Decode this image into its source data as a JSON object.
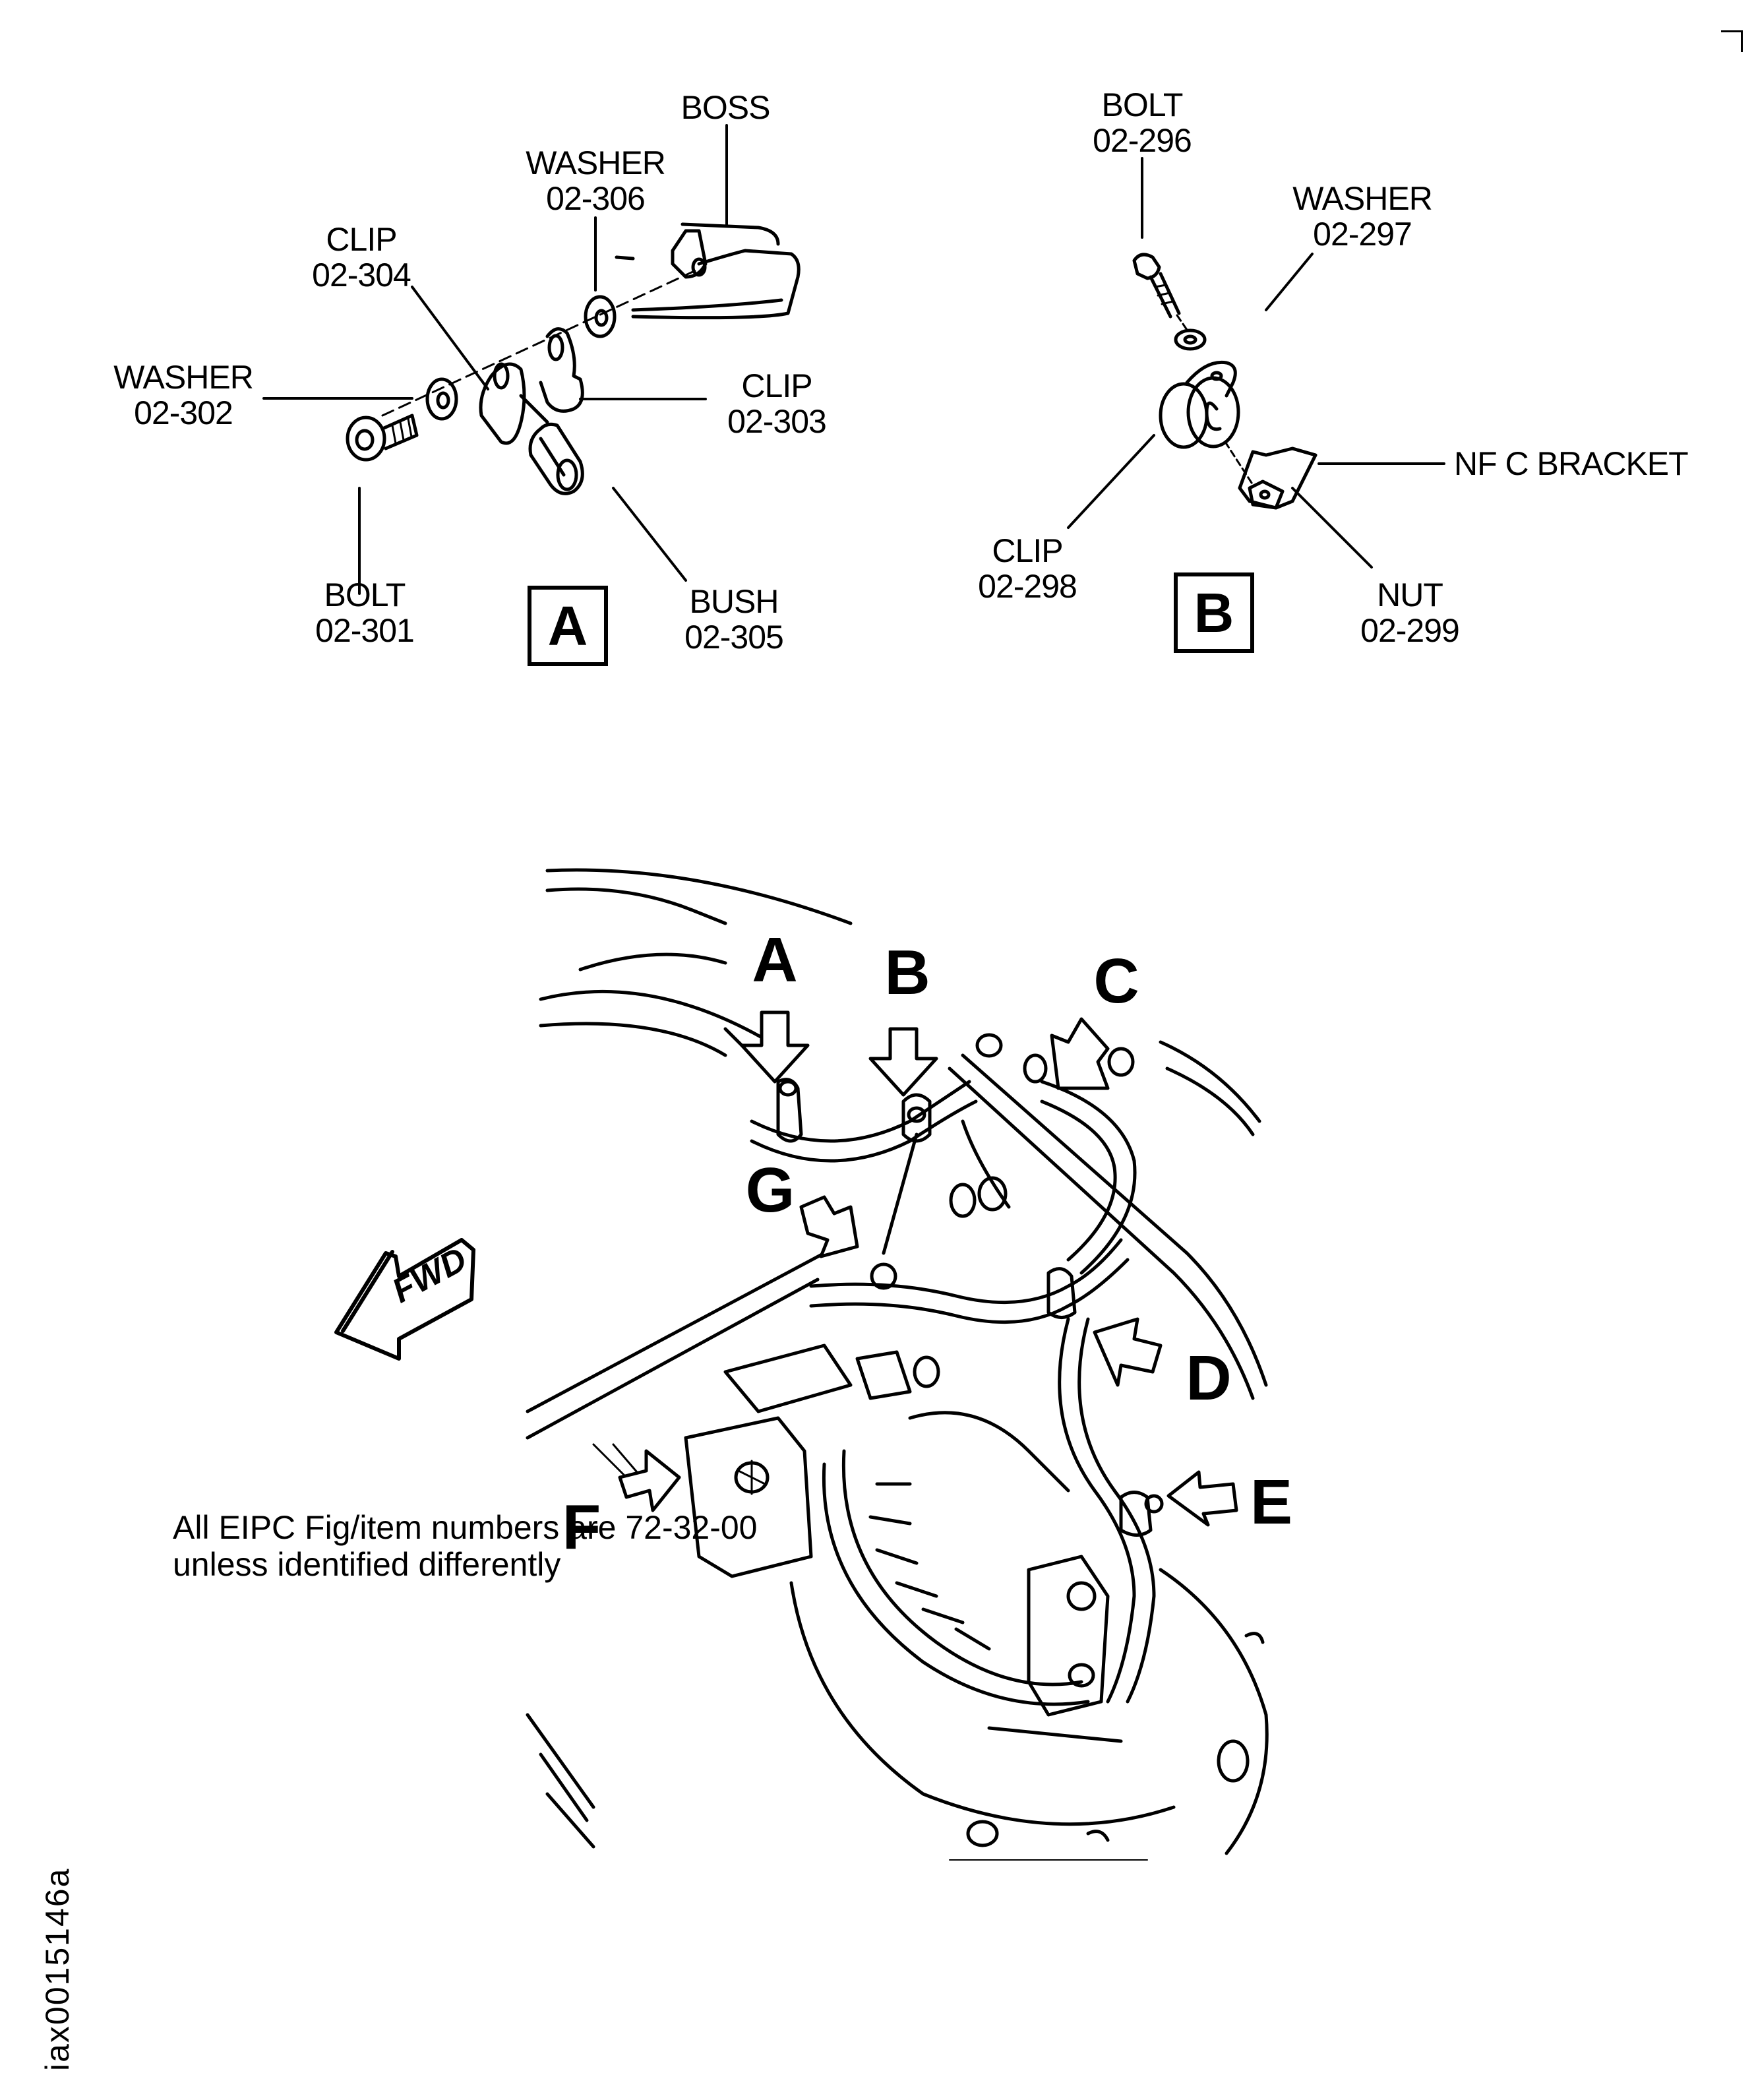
{
  "detail_a": {
    "view_label": "A",
    "parts": [
      {
        "name": "BOSS",
        "number": ""
      },
      {
        "name": "WASHER",
        "number": "02-306"
      },
      {
        "name": "CLIP",
        "number": "02-304"
      },
      {
        "name": "WASHER",
        "number": "02-302"
      },
      {
        "name": "CLIP",
        "number": "02-303"
      },
      {
        "name": "BOLT",
        "number": "02-301"
      },
      {
        "name": "BUSH",
        "number": "02-305"
      }
    ]
  },
  "detail_b": {
    "view_label": "B",
    "parts": [
      {
        "name": "BOLT",
        "number": "02-296"
      },
      {
        "name": "WASHER",
        "number": "02-297"
      },
      {
        "name": "NF C BRACKET",
        "number": ""
      },
      {
        "name": "CLIP",
        "number": "02-298"
      },
      {
        "name": "NUT",
        "number": "02-299"
      }
    ]
  },
  "main_view": {
    "callouts": [
      "A",
      "B",
      "C",
      "D",
      "E",
      "F",
      "G"
    ],
    "direction_label": "FWD"
  },
  "note": {
    "line1": "All EIPC Fig/item numbers are 72-32-00",
    "line2": "unless identified differently"
  },
  "figure_id": "iax0015146a"
}
